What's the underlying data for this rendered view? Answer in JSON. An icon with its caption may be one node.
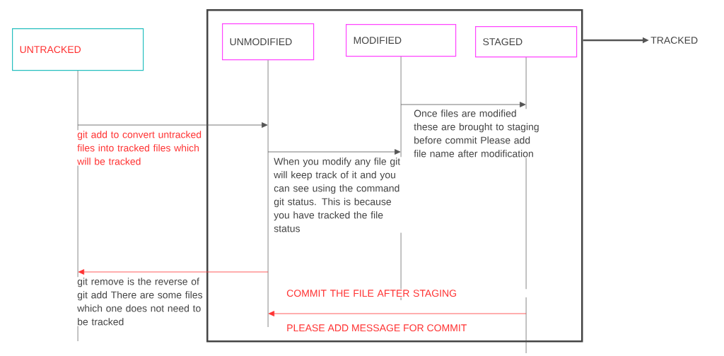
{
  "diagram": {
    "nodes": [
      {
        "text": [],
        "shape": "box"
      },
      {
        "text": [
          "UNTRACKED"
        ]
      },
      {
        "text": [
          "UNMODIFIED"
        ],
        "in": 0
      },
      {
        "text": [
          "MODIFIED"
        ],
        "in": 0
      },
      {
        "text": [
          "STAGED"
        ],
        "in": 0
      },
      {
        "text": [
          "TRACKED"
        ]
      }
    ],
    "edges": [
      {
        "from": 1,
        "to": 2,
        "arrow": "to",
        "label": "git add to convert untracked files into tracked files which will be tracked"
      },
      {
        "from": 2,
        "to": 3,
        "arrow": "to",
        "label": "When you modify any file git will keep track of it and you can see using the command git status. This is because you have tracked the file status"
      },
      {
        "from": 3,
        "to": 4,
        "arrow": "to",
        "label": "Once files are modified these are brought to staging before commit Please add file name after modification"
      },
      {
        "from": 2,
        "to": 1,
        "arrow": "to",
        "color": "#ff3333",
        "label": "git remove is the reverse of git add There are some files which one does not need to be tracked"
      },
      {
        "from": 4,
        "to": 2,
        "arrow": "to",
        "color": "#ff3333",
        "label": "COMMIT THE FILE AFTER STAGING"
      },
      {
        "from": 0,
        "to": 5,
        "arrow": "to",
        "style": "thick"
      }
    ],
    "labels": [
      "PLEASE ADD MESSAGE FOR COMMIT"
    ]
  }
}
